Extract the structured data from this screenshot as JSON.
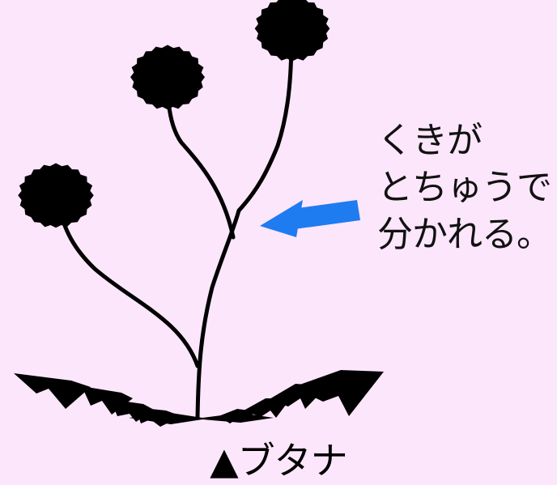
{
  "annotation": {
    "line1": "くきが",
    "line2": "とちゅうで",
    "line3": "分かれる。"
  },
  "caption": "▲ブタナ",
  "colors": {
    "background": "#fce6fb",
    "plant": "#000000",
    "arrow": "#1f7bf0",
    "text": "#111111"
  },
  "icons": {
    "arrow": "left-pointing-arrow",
    "flower": "dandelion-like-flower-head",
    "leaves": "toothed-rosette-leaves"
  }
}
